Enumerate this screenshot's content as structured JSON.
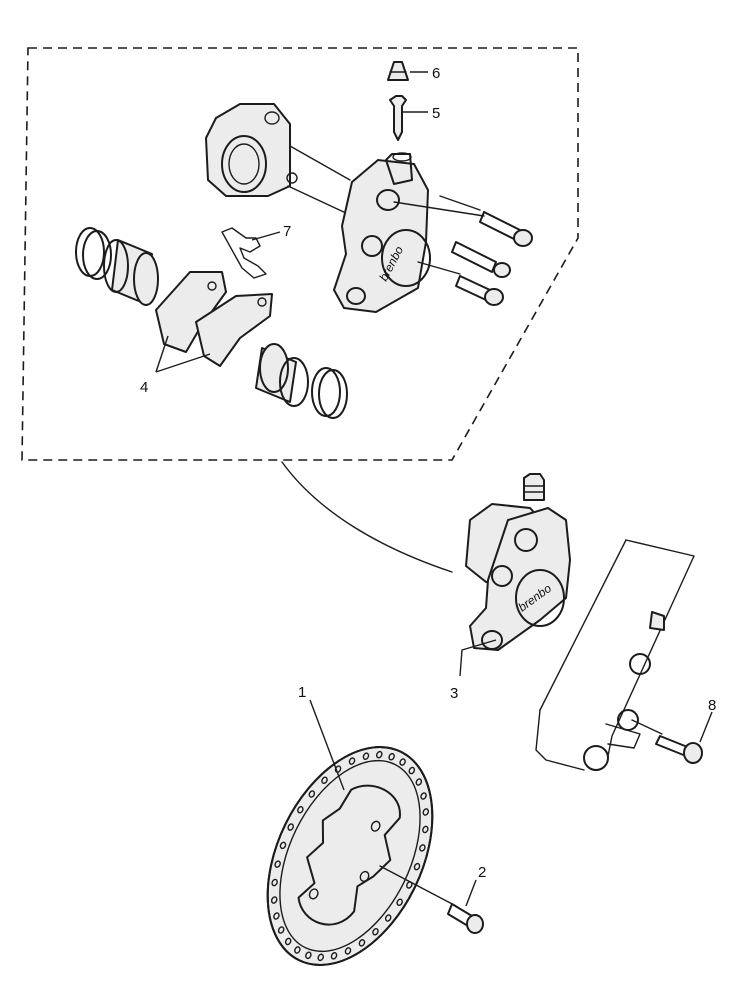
{
  "diagram": {
    "callouts": [
      {
        "id": "1",
        "label": "1"
      },
      {
        "id": "2",
        "label": "2"
      },
      {
        "id": "3",
        "label": "3"
      },
      {
        "id": "4",
        "label": "4"
      },
      {
        "id": "5",
        "label": "5"
      },
      {
        "id": "6",
        "label": "6"
      },
      {
        "id": "7",
        "label": "7"
      },
      {
        "id": "8",
        "label": "8"
      }
    ],
    "brand_marks": [
      "brenbo",
      "brenbo"
    ]
  }
}
